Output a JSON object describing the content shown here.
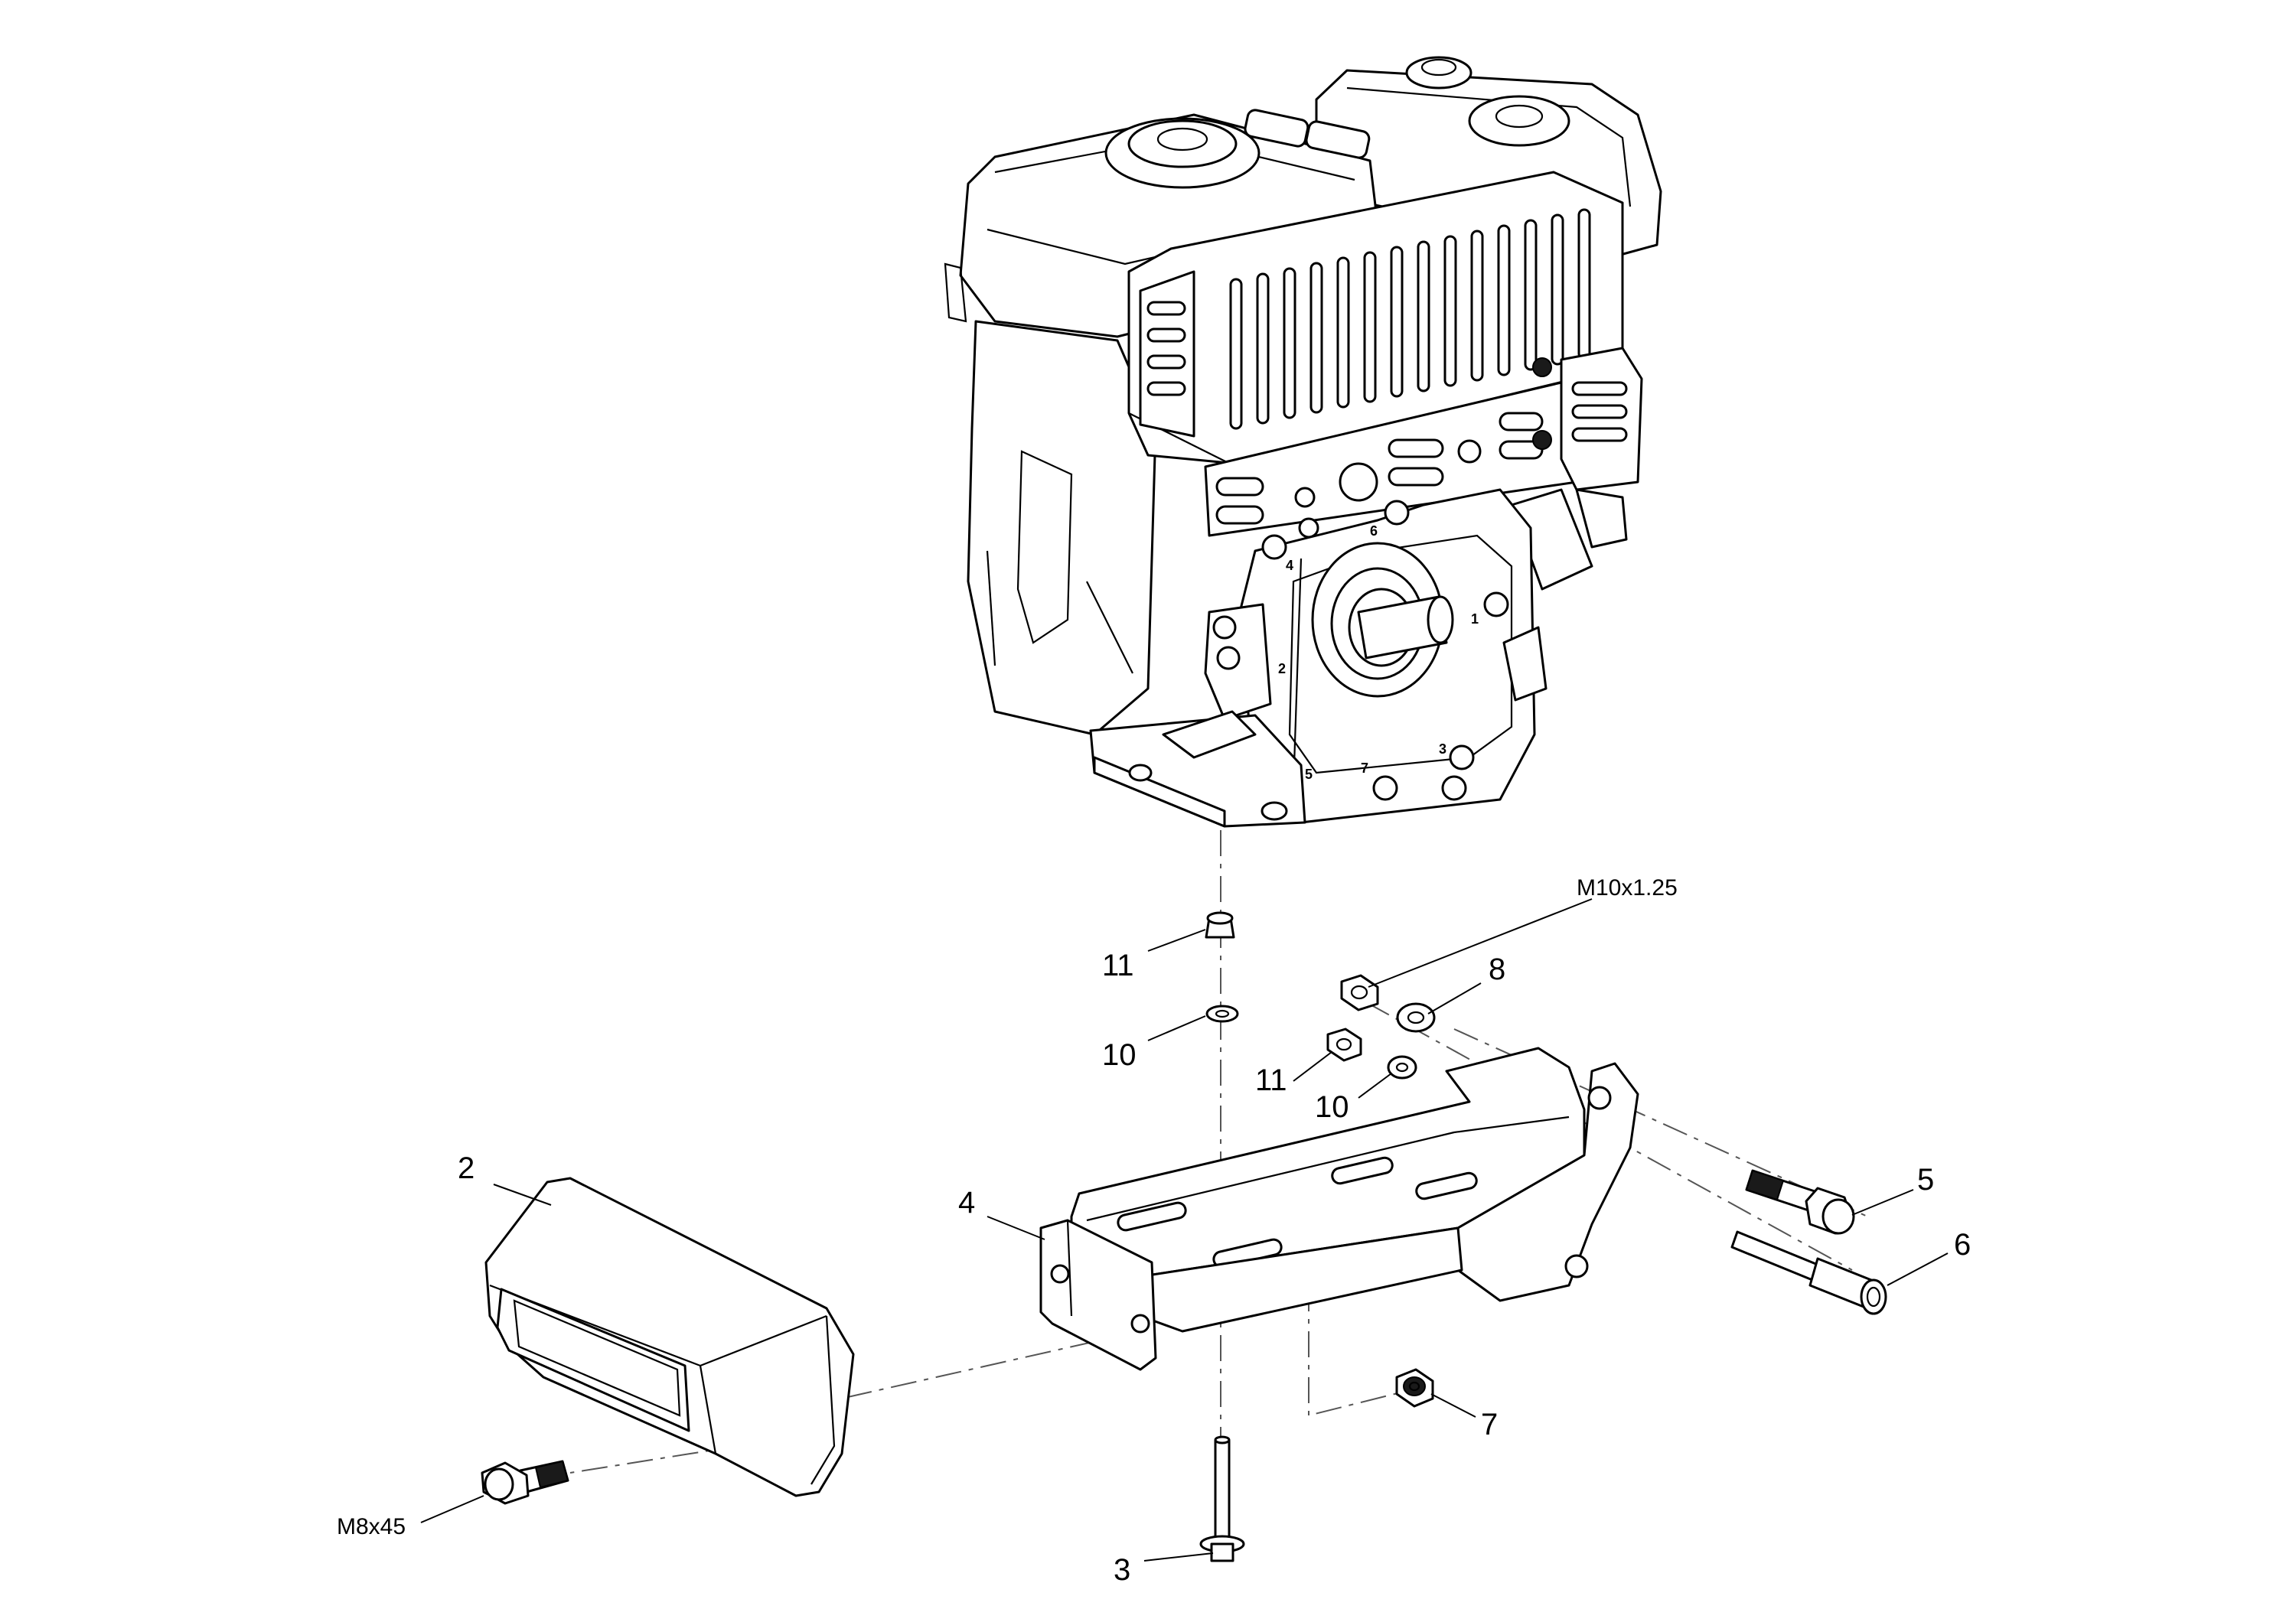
{
  "callouts": {
    "item_2": "2",
    "item_3": "3",
    "item_4": "4",
    "item_5": "5",
    "item_6": "6",
    "item_7": "7",
    "item_8": "8",
    "item_10_shaft": "10",
    "item_10_right": "10",
    "item_11_shaft": "11",
    "item_11_right": "11"
  },
  "specs": {
    "nut_thread": "M10x1.25",
    "bolt_size": "M8x45"
  },
  "engine_stamps": [
    "1",
    "2",
    "3",
    "4",
    "5",
    "6",
    "7"
  ]
}
